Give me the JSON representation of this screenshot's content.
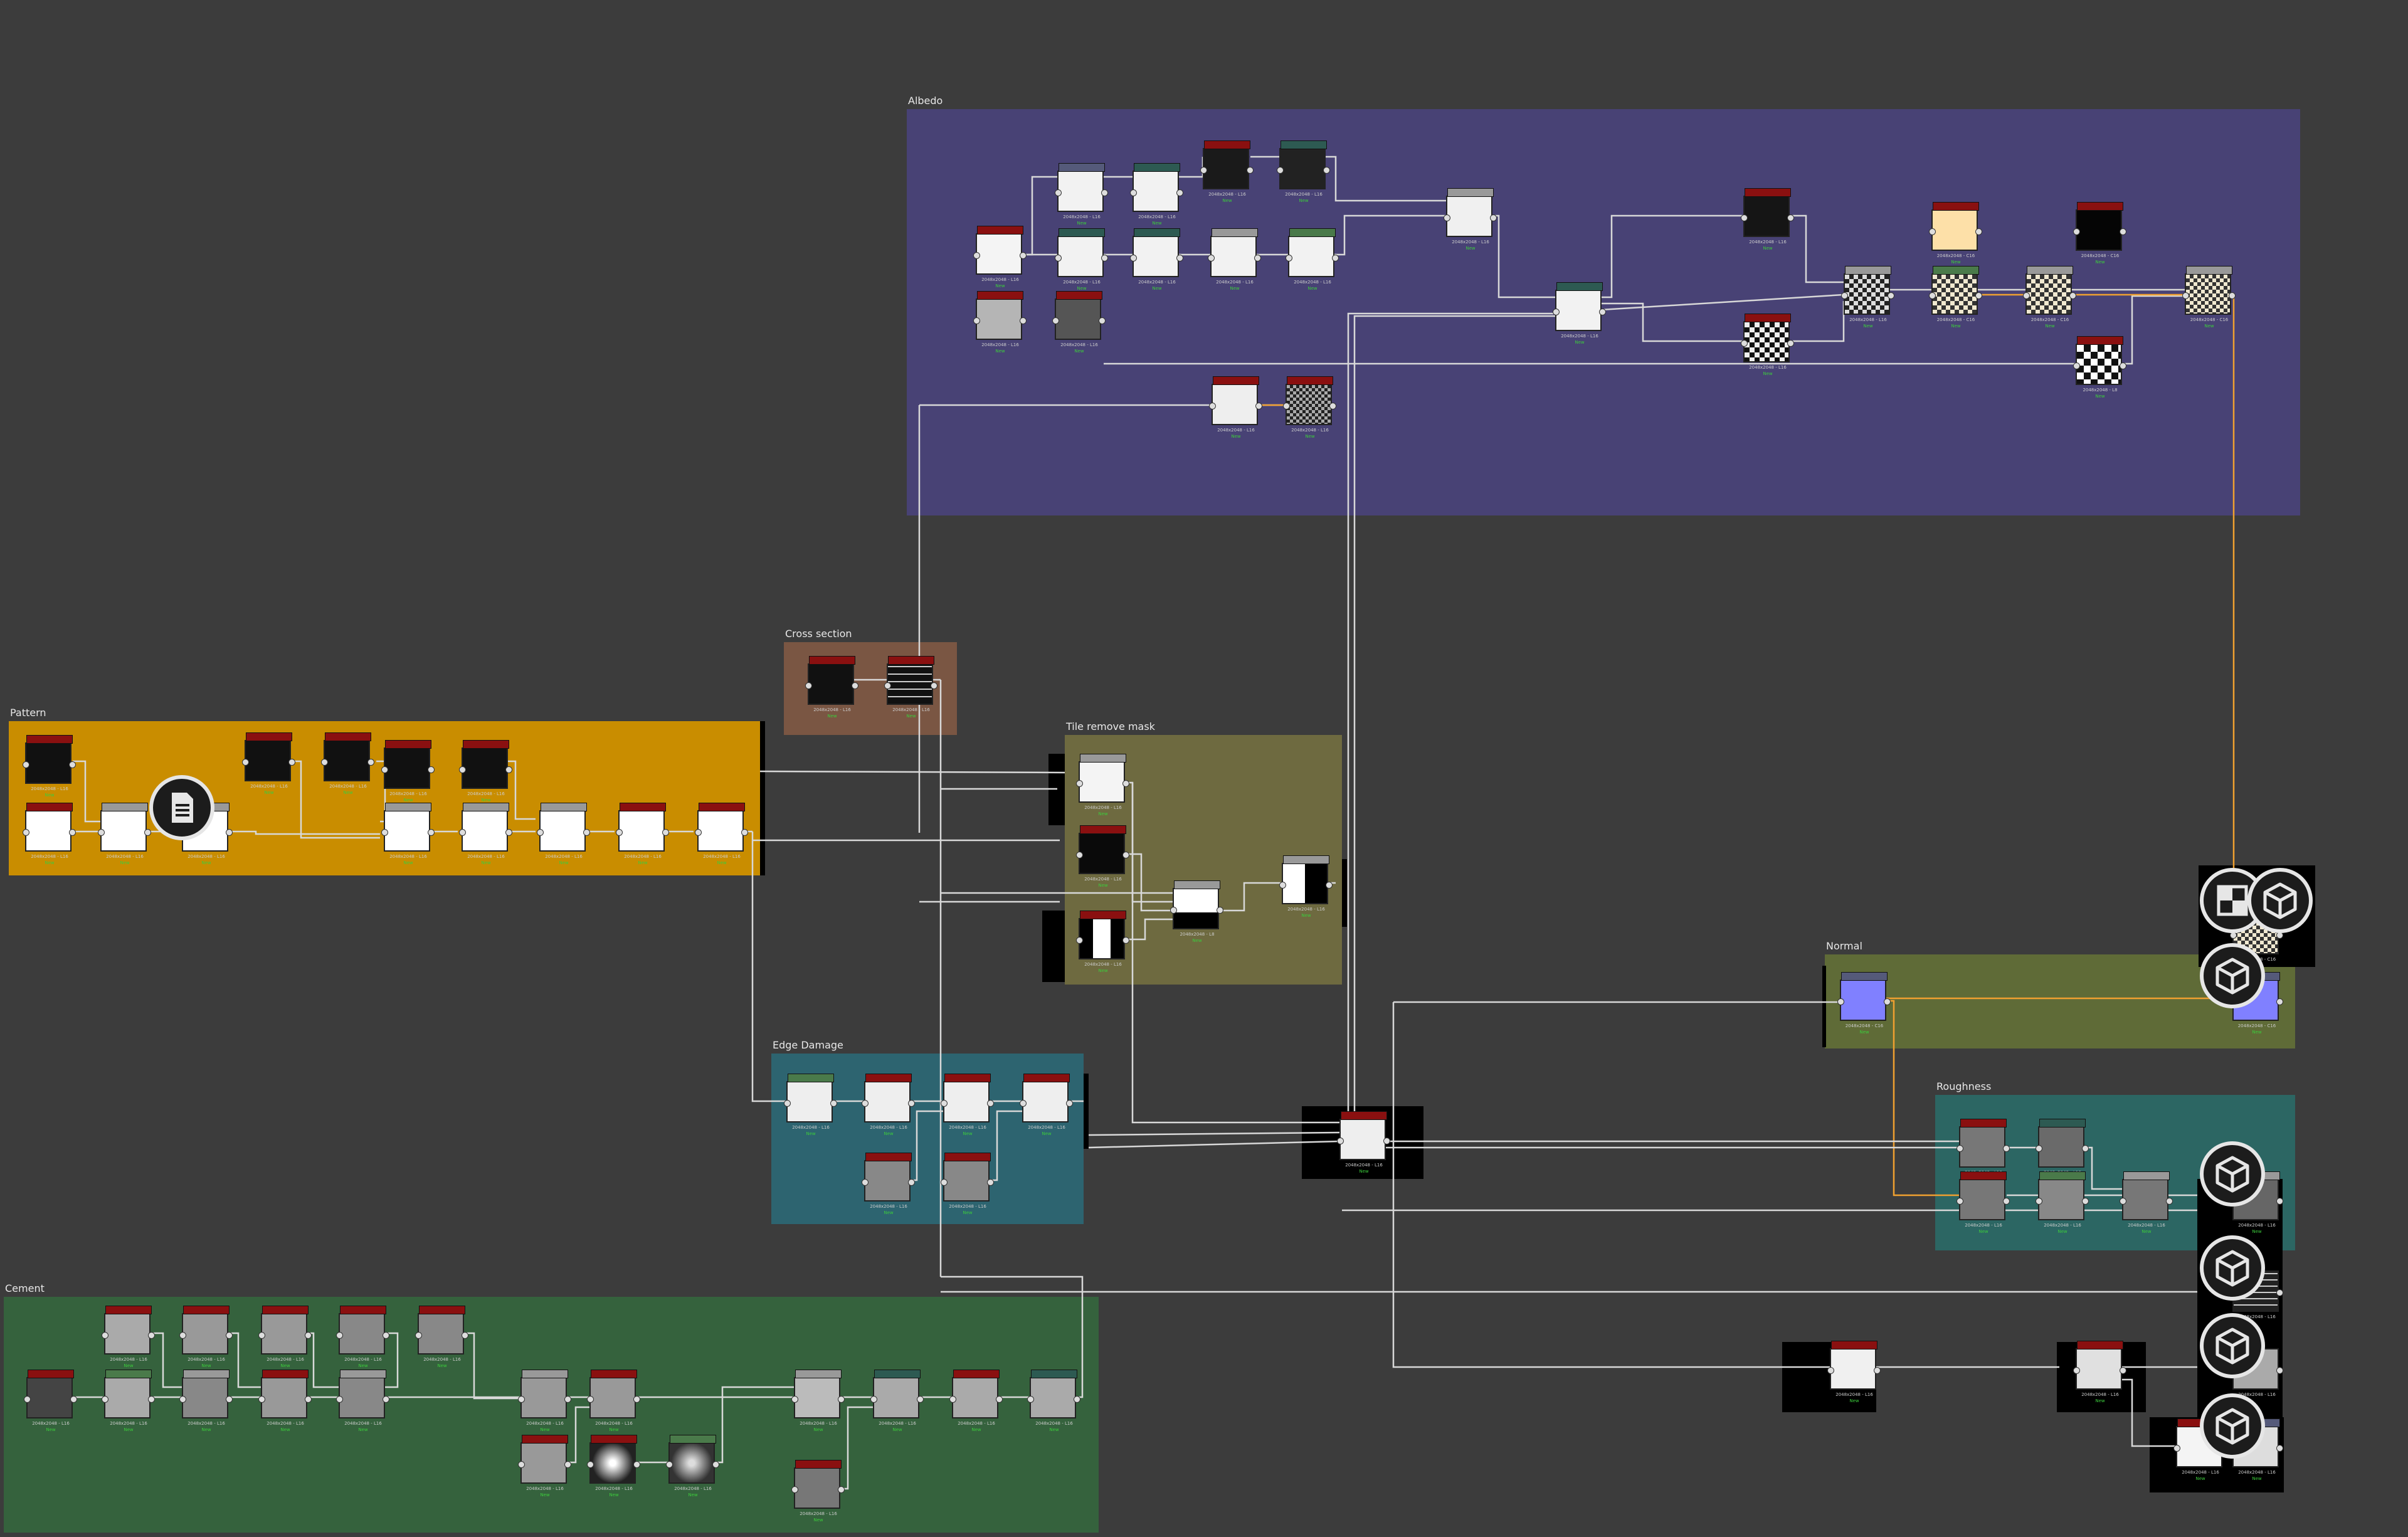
{
  "frames": {
    "albedo": {
      "title": "Albedo",
      "color": "#484275"
    },
    "cross_section": {
      "title": "Cross section",
      "color": "#7a5643"
    },
    "pattern": {
      "title": "Pattern",
      "color": "#c98d00"
    },
    "tile_remove": {
      "title": "Tile remove mask",
      "color": "#6e6a40"
    },
    "normal": {
      "title": "Normal",
      "color": "#5f6b37"
    },
    "roughness": {
      "title": "Roughness",
      "color": "#2c6663"
    },
    "edge_damage": {
      "title": "Edge Damage",
      "color": "#2d6470"
    },
    "cement": {
      "title": "Cement",
      "color": "#35623d"
    }
  },
  "node_info": {
    "res_116": "2048x2048 - L16",
    "res_18": "2048x2048 - L8",
    "res_c16": "2048x2048 - C16",
    "status": "New"
  },
  "colors": {
    "background": "#3c3c3c",
    "wire": "#d8d8d8",
    "wire_accent": "#f0a030",
    "status_green": "#3ccc3c"
  },
  "icons": {
    "comment": "document-icon",
    "output": "cube-icon",
    "viewer": "checker-icon"
  }
}
